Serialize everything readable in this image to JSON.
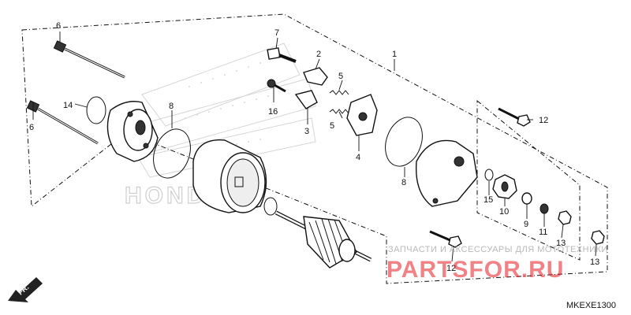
{
  "diagram": {
    "code": "MKEXE1300",
    "fr_label": "FR.",
    "logo_text": "HONDA",
    "watermark_top": "ЗАПЧАСТИ И АКСЕССУАРЫ ДЛЯ МОТОТЕХНИКИ",
    "watermark_main": "PARTSFOR.RU",
    "callouts": {
      "c1": "1",
      "c2": "2",
      "c3": "3",
      "c4": "4",
      "c5a": "5",
      "c5b": "5",
      "c6a": "6",
      "c6b": "6",
      "c7": "7",
      "c8a": "8",
      "c8b": "8",
      "c9": "9",
      "c10": "10",
      "c11": "11",
      "c12a": "12",
      "c12b": "12",
      "c13a": "13",
      "c13b": "13",
      "c14": "14",
      "c15": "15",
      "c16": "16"
    }
  }
}
